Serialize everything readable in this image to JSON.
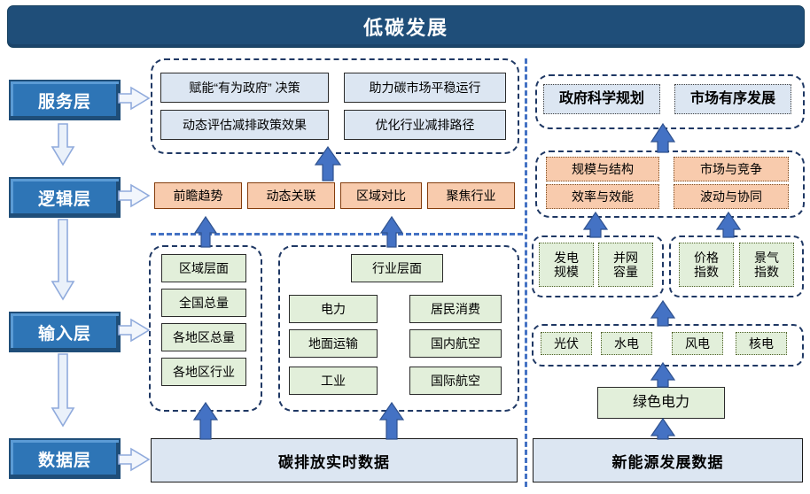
{
  "title": "低碳发展",
  "layers": [
    {
      "name": "service",
      "label": "服务层"
    },
    {
      "name": "logic",
      "label": "逻辑层"
    },
    {
      "name": "input",
      "label": "输入层"
    },
    {
      "name": "data",
      "label": "数据层"
    }
  ],
  "left": {
    "service_items": [
      "赋能“有为政府” 决策",
      "助力碳市场平稳运行",
      "动态评估减排政策效果",
      "优化行业减排路径"
    ],
    "logic_items": [
      "前瞻趋势",
      "动态关联",
      "区域对比",
      "聚焦行业"
    ],
    "region_group": {
      "header": "区域层面",
      "items": [
        "全国总量",
        "各地区总量",
        "各地区行业"
      ]
    },
    "industry_group": {
      "header": "行业层面",
      "items": [
        "电力",
        "居民消费",
        "地面运输",
        "国内航空",
        "工业",
        "国际航空"
      ]
    },
    "data_bar": "碳排放实时数据"
  },
  "right": {
    "service_items": [
      "政府科学规划",
      "市场有序发展"
    ],
    "logic_items": [
      "规模与结构",
      "市场与竞争",
      "效率与效能",
      "波动与协同"
    ],
    "input_group_power": [
      "发电\n规模",
      "并网\n容量"
    ],
    "input_group_index": [
      "价格\n指数",
      "景气\n指数"
    ],
    "energy_items": [
      "光伏",
      "水电",
      "风电",
      "核电"
    ],
    "green_power": "绿色电力",
    "data_bar": "新能源发展数据"
  },
  "colors": {
    "title_bg": "#1F4E79",
    "layer_bg": "#2E75B6",
    "blue_box": "#DCE6F2",
    "orange_box": "#F8CBAD",
    "green_box": "#E2EFDA",
    "arrow": "#4472C4",
    "divider": "#4472C4",
    "group_border": "#1F3864"
  }
}
